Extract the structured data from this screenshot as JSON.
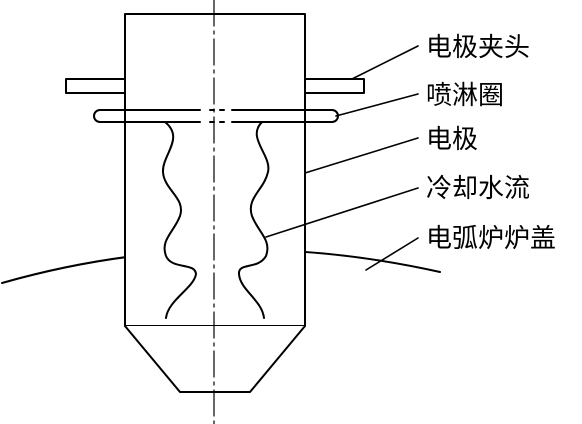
{
  "labels": {
    "electrode_clamp": "电极夹头",
    "spray_ring": "喷淋圈",
    "electrode": "电极",
    "cooling_water_flow": "冷却水流",
    "furnace_roof": "电弧炉炉盖"
  },
  "colors": {
    "line": "#000000",
    "background": "#ffffff"
  }
}
